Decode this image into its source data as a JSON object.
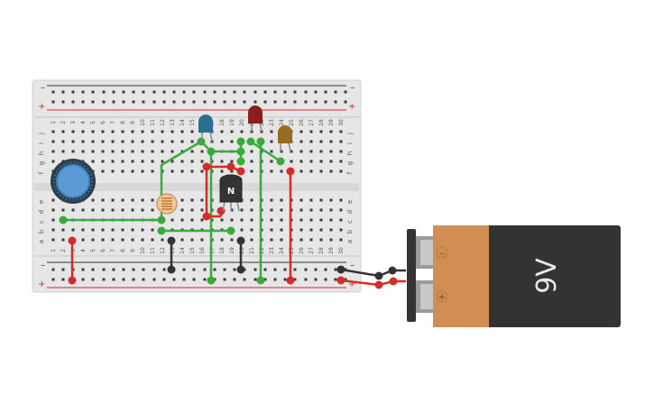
{
  "canvas": {
    "title": "Breadboard circuit workspace",
    "background": "#ffffff"
  },
  "breadboard": {
    "rail_top_minus": "–",
    "rail_top_plus": "+",
    "rail_bottom_minus": "–",
    "rail_bottom_plus": "+",
    "row_letters_top": [
      "j",
      "i",
      "h",
      "g",
      "f"
    ],
    "row_letters_bottom": [
      "e",
      "d",
      "c",
      "b",
      "a"
    ],
    "column_numbers": [
      "1",
      "2",
      "3",
      "4",
      "5",
      "6",
      "7",
      "8",
      "9",
      "10",
      "11",
      "12",
      "13",
      "14",
      "15",
      "16",
      "17",
      "18",
      "19",
      "20",
      "21",
      "22",
      "23",
      "24",
      "25",
      "26",
      "27",
      "28",
      "29",
      "30"
    ],
    "colors": {
      "board": "#e6e6e6",
      "rail_red": "#d42b2b",
      "rail_black": "#333333",
      "hole": "#3a3a3a"
    }
  },
  "components": {
    "potentiometer": {
      "name": "potentiometer",
      "color": "#3f7fbf"
    },
    "photoresistor": {
      "name": "photoresistor",
      "color": "#f2c79a"
    },
    "led_blue": {
      "name": "blue LED",
      "color": "#2a6f8f"
    },
    "led_red": {
      "name": "red LED",
      "color": "#8a1d1d"
    },
    "led_orange": {
      "name": "orange LED",
      "color": "#9a6a1f"
    },
    "transistor": {
      "name": "NPN transistor",
      "label": "N",
      "color": "#333333"
    },
    "battery": {
      "label": "9V",
      "minus_symbol": "−",
      "plus_symbol": "+",
      "body_color": "#333333",
      "label_color": "#d18d52"
    }
  },
  "wires": {
    "green": "#3aaa3a",
    "red": "#d42b2b",
    "black": "#333333"
  }
}
